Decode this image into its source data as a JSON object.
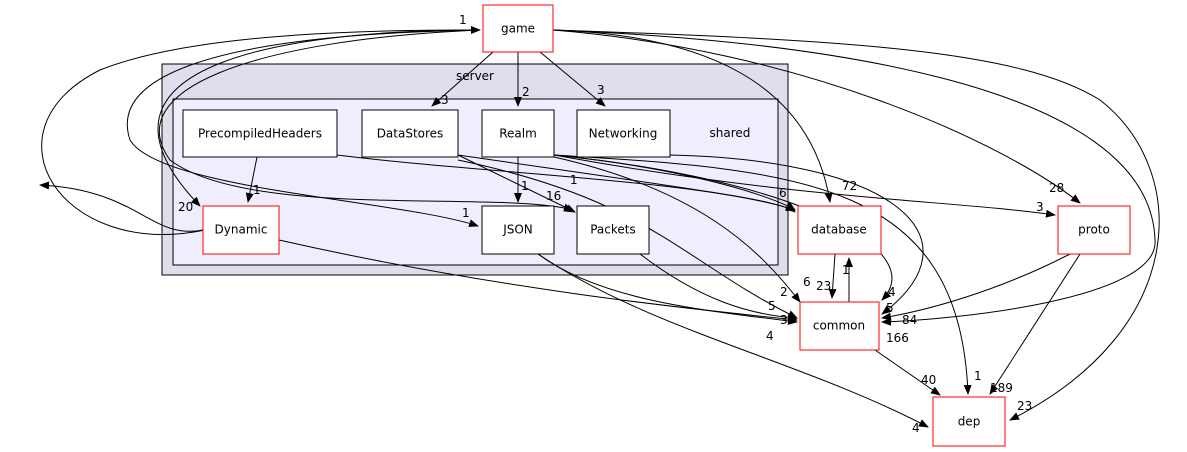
{
  "clusters": {
    "server": "server",
    "shared": "shared"
  },
  "nodes": {
    "game": "game",
    "precompiled_headers": "PrecompiledHeaders",
    "data_stores": "DataStores",
    "realm": "Realm",
    "networking": "Networking",
    "dynamic": "Dynamic",
    "json": "JSON",
    "packets": "Packets",
    "database": "database",
    "proto": "proto",
    "common": "common",
    "dep": "dep"
  },
  "edge_labels": [
    "1",
    "3",
    "2",
    "3",
    "1",
    "1",
    "1",
    "16",
    "20",
    "1",
    "72",
    "28",
    "3",
    "6",
    "1",
    "23",
    "4",
    "5",
    "84",
    "166",
    "2",
    "5",
    "3",
    "4",
    "40",
    "1",
    "189",
    "23",
    "6",
    "4"
  ],
  "colors": {
    "server_fill": "#dedeed",
    "shared_fill": "#eeeeff",
    "external_border": "#ff0000"
  }
}
